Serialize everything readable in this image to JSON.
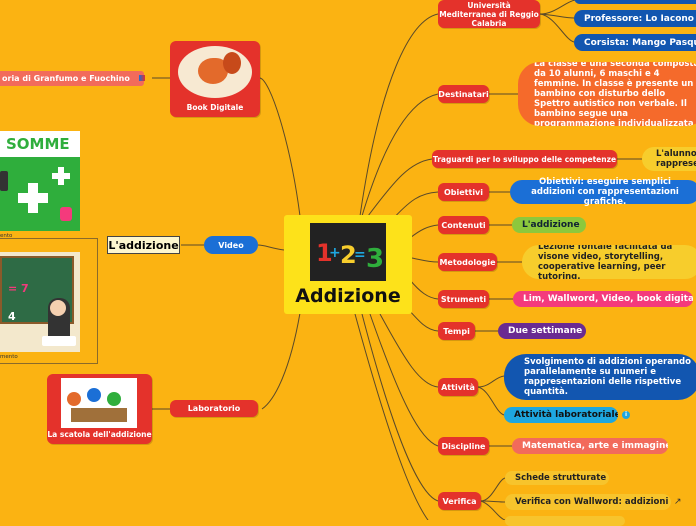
{
  "center": {
    "title": "Addizione"
  },
  "left": {
    "story_pill": "oria di Granfumo e Fuochino",
    "book_card": "Book Digitale",
    "somme_title": "SOMME",
    "caption_top": "ento",
    "caption_bottom": "mento",
    "addizione_box": "L'addizione",
    "video": "Video",
    "laboratorio": "Laboratorio",
    "scatola_card": "La scatola dell'addizione"
  },
  "right": {
    "universita": "Università Mediterranea di Reggio Calabria",
    "professore": "Professore: Lo Iacono Ma",
    "corsista": "Corsista: Mango Pasquali",
    "destinatari": "Destinatari",
    "destinatari_text": "La classe è una seconda composta da 10 alunni, 6 maschi e 4 femmine. In classe è presente un bambino con disturbo dello Spettro autistico non verbale. Il bambino segue una programmazione individualizzata.",
    "traguardi": "Traguardi per lo sviluppo delle competenze",
    "traguardi_text": "L'alunno... rappresen...",
    "obiettivi": "Obiettivi",
    "obiettivi_text": "Obiettivi: eseguire semplici addizioni con rappresentazioni grafiche.",
    "contenuti": "Contenuti",
    "contenuti_text": "L'addizione",
    "metodologie": "Metodologie",
    "metodologie_text": "Lezione fontale facilitata da visone video, storytelling, cooperative learning, peer tutoring.",
    "strumenti": "Strumenti",
    "strumenti_text": "Lim, Wallword, Video, book digitali.",
    "tempi": "Tempi",
    "tempi_text": "Due settimane",
    "attivita": "Attività",
    "attivita_text": "Svolgimento di addizioni operando parallelamente su numeri e rappresentazioni delle rispettive quantità.",
    "attivita_lab": "Attività laboratoriale",
    "discipline": "Discipline",
    "discipline_text": "Matematica, arte e immagine.",
    "verifica": "Verifica",
    "schede": "Schede strutturate",
    "verifica_wallwords": "Verifica con Wallword: addizioni"
  }
}
